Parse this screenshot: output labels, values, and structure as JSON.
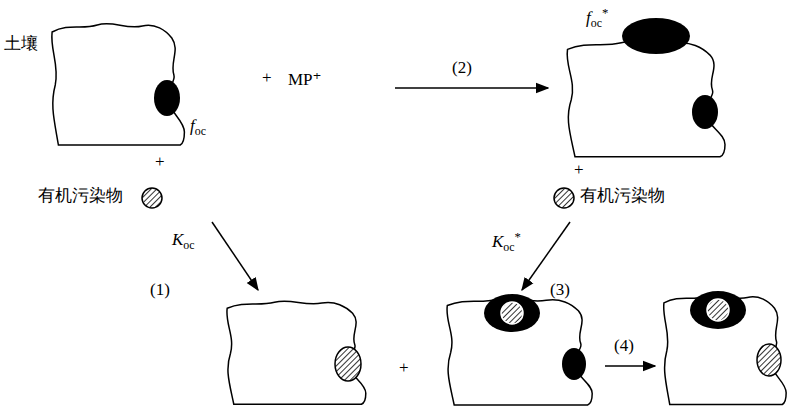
{
  "diagram": {
    "labels": [
      "土壤",
      "foc",
      "+",
      "MP⁺",
      "(2)",
      "foc*",
      "+",
      "+",
      "有机污染物",
      "有机污染物",
      "Koc",
      "(1)",
      "Koc*",
      "(3)",
      "+",
      "(4)"
    ]
  }
}
